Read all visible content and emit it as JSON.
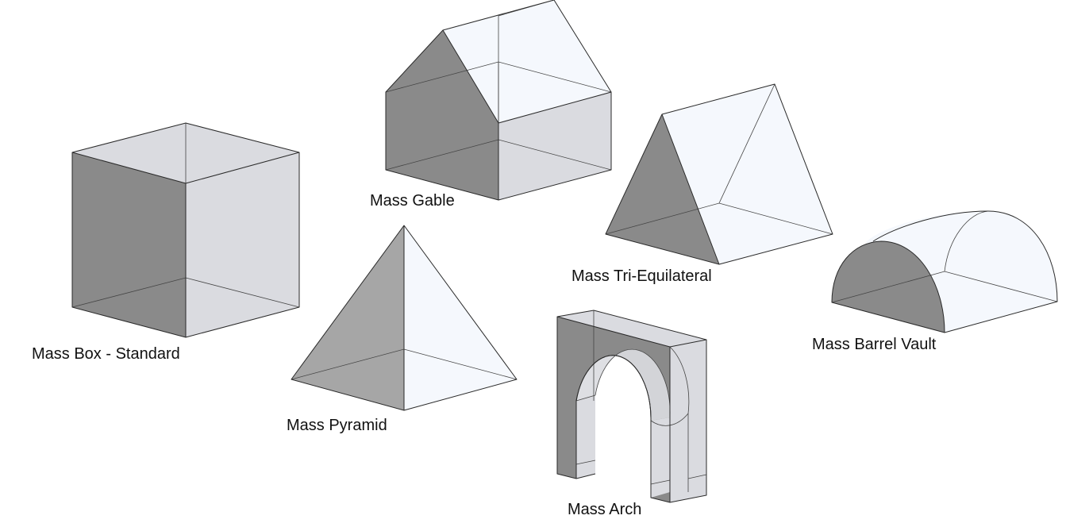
{
  "shapes": [
    {
      "id": "mass-box-standard",
      "label": "Mass Box - Standard"
    },
    {
      "id": "mass-gable",
      "label": "Mass Gable"
    },
    {
      "id": "mass-pyramid",
      "label": "Mass Pyramid"
    },
    {
      "id": "mass-tri-equilateral",
      "label": "Mass Tri-Equilateral"
    },
    {
      "id": "mass-arch",
      "label": "Mass Arch"
    },
    {
      "id": "mass-barrel-vault",
      "label": "Mass Barrel Vault"
    }
  ],
  "colors": {
    "dark_face": "#8a8a8a",
    "light_face": "#dadbe0",
    "pale_face": "#eef1f8",
    "edge": "#2a2a2a"
  }
}
